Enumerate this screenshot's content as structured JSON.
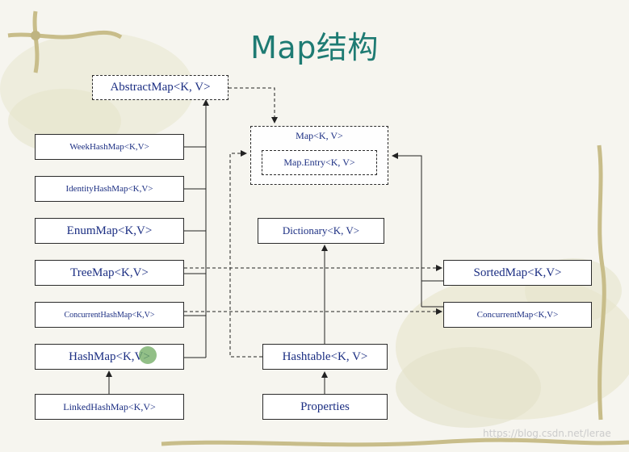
{
  "title": "Map结构",
  "nodes": {
    "abstract_map": "AbstractMap<K, V>",
    "week_hash_map": "WeekHashMap<K,V>",
    "identity_hash_map": "IdentityHashMap<K,V>",
    "enum_map": "EnumMap<K,V>",
    "tree_map": "TreeMap<K,V>",
    "concurrent_hash_map": "ConcurrentHashMap<K,V>",
    "hash_map": "HashMap<K,V>",
    "linked_hash_map": "LinkedHashMap<K,V>",
    "map": "Map<K, V>",
    "map_entry": "Map.Entry<K, V>",
    "dictionary": "Dictionary<K, V>",
    "hashtable": "Hashtable<K, V>",
    "properties": "Properties",
    "sorted_map": "SortedMap<K,V>",
    "concurrent_map": "ConcurrentMap<K,V>"
  },
  "watermark": "https://blog.csdn.net/lerae",
  "colors": {
    "title": "#1e7b73",
    "node_text": "#1b2e82",
    "decor_vine": "#bfb482",
    "decor_leaf": "#e4e2cb"
  }
}
